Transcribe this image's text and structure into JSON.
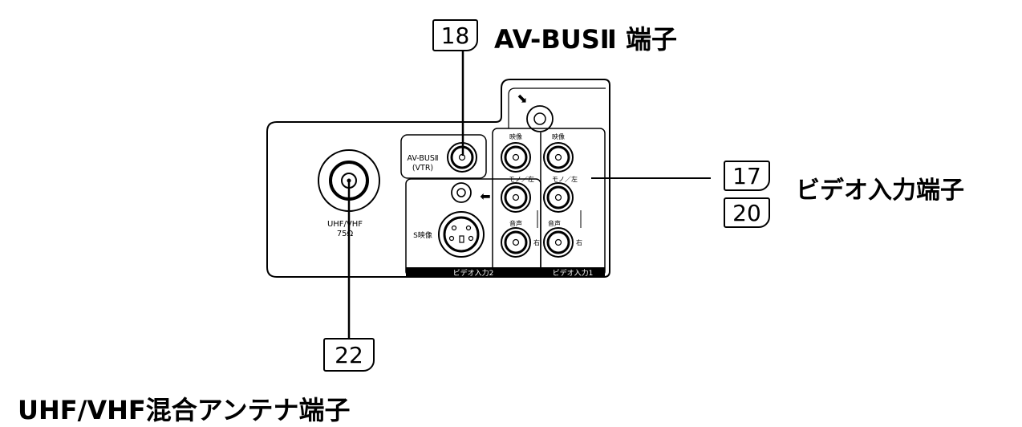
{
  "callouts": {
    "av_bus": {
      "page": "18",
      "title": "AV-BUSⅡ 端子"
    },
    "video_input": {
      "pages": [
        "17",
        "20"
      ],
      "title": "ビデオ入力端子"
    },
    "antenna": {
      "page": "22",
      "title": "UHF/VHF混合アンテナ端子"
    }
  },
  "panel_labels": {
    "antenna_label_1": "UHF/VHF",
    "antenna_label_2": "75Ω",
    "avbus_label_1": "AV-BUSⅡ",
    "avbus_label_2": "(VTR)",
    "video_top_2": "映像",
    "video_top_1": "映像",
    "mono_left_2": "モノ／左",
    "mono_left_1": "モノ／左",
    "audio_2": "音声",
    "audio_1": "音声",
    "right_2": "右",
    "right_1": "右",
    "s_video": "S映像",
    "group_2": "ビデオ入力2",
    "group_1": "ビデオ入力1"
  }
}
